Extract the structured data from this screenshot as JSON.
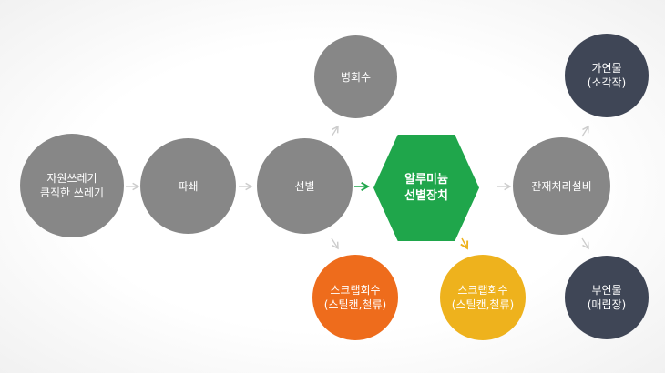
{
  "colors": {
    "gray": "#878787",
    "dark": "#3f4656",
    "green": "#1fa64b",
    "orange": "#ee6c1c",
    "yellow": "#eeb21d",
    "arrow": "#cccccc"
  },
  "nodes": {
    "waste": {
      "line1": "자원쓰레기",
      "line2": "큼직한 쓰레기"
    },
    "crush": {
      "label": "파쇄"
    },
    "sort": {
      "label": "선별"
    },
    "glass": {
      "label": "병회수"
    },
    "scrap_orange": {
      "line1": "스크랩회수",
      "line2": "(스틸캔,철류)"
    },
    "aluminum": {
      "line1": "알루미늄",
      "line2": "선별장치"
    },
    "scrap_yellow": {
      "line1": "스크랩회수",
      "line2": "(스틸캔,철류)"
    },
    "residue": {
      "label": "잔재처리설비"
    },
    "combustible": {
      "line1": "가연물",
      "line2": "(소각작)"
    },
    "noncombustible": {
      "line1": "부연물",
      "line2": "(매립장)"
    }
  }
}
